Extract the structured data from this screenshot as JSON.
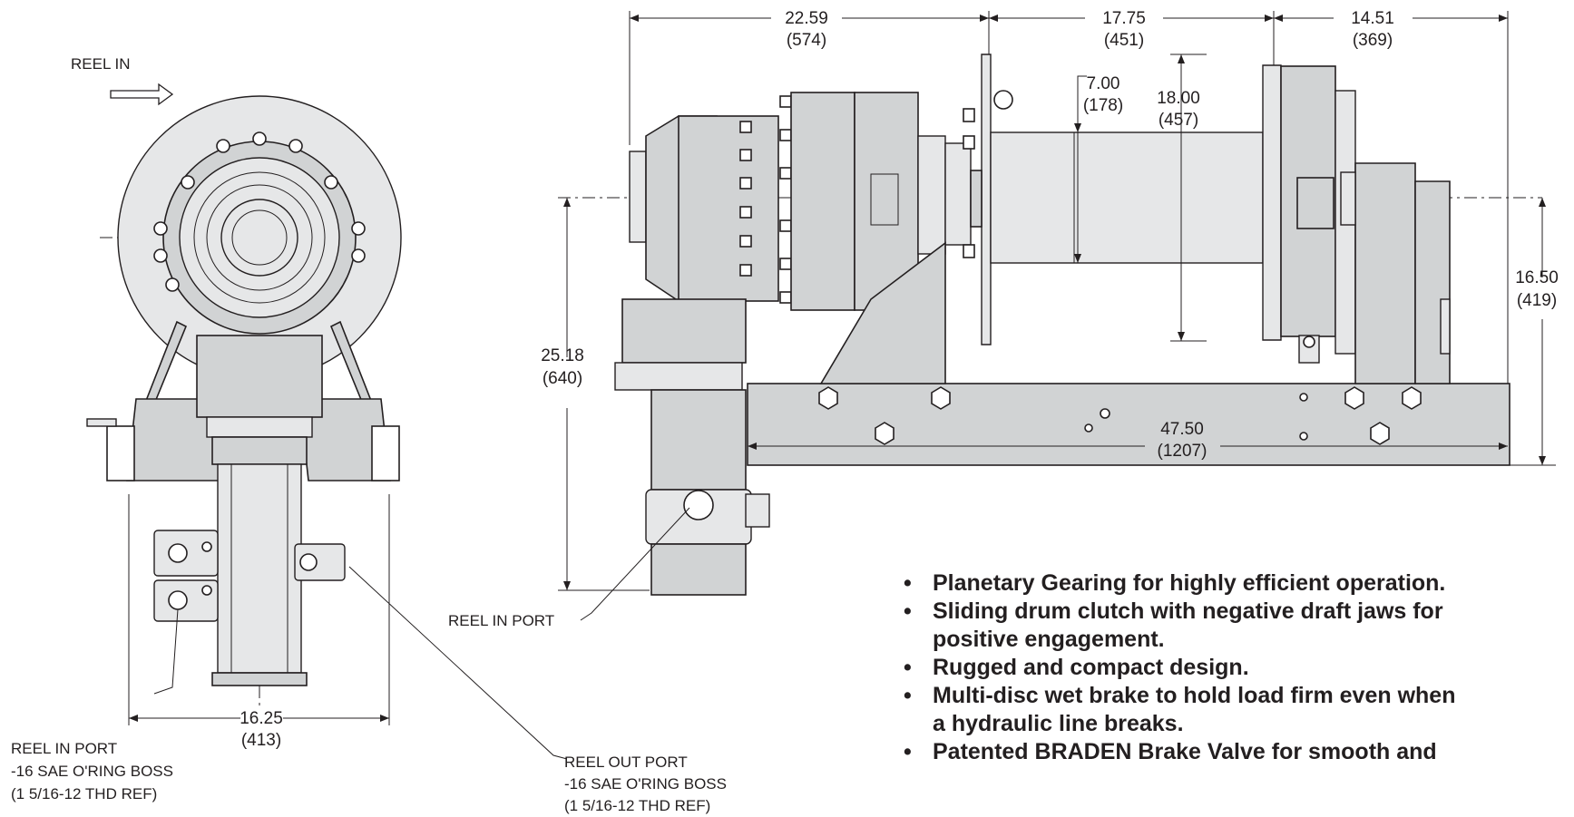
{
  "labels": {
    "reel_in_arrow": "REEL IN",
    "reel_in_port_side": "REEL IN PORT",
    "reel_in_port_left": [
      "REEL IN PORT",
      "-16 SAE O'RING BOSS",
      "(1 5/16-12 THD REF)"
    ],
    "reel_out_port": [
      "REEL OUT PORT",
      "-16 SAE O'RING BOSS",
      "(1 5/16-12 THD REF)"
    ]
  },
  "dimensions": [
    {
      "id": "overall-left",
      "inch": "22.59",
      "mm": "(574)"
    },
    {
      "id": "drum-span",
      "inch": "17.75",
      "mm": "(451)"
    },
    {
      "id": "right-span",
      "inch": "14.51",
      "mm": "(369)"
    },
    {
      "id": "drum-dia",
      "inch": "7.00",
      "mm": "(178)"
    },
    {
      "id": "flange-dia",
      "inch": "18.00",
      "mm": "(457)"
    },
    {
      "id": "centerline-height",
      "inch": "25.18",
      "mm": "(640)"
    },
    {
      "id": "base-height",
      "inch": "16.50",
      "mm": "(419)"
    },
    {
      "id": "base-length",
      "inch": "47.50",
      "mm": "(1207)"
    },
    {
      "id": "end-width",
      "inch": "16.25",
      "mm": "(413)"
    }
  ],
  "features": [
    {
      "bullet": "•",
      "text": "Planetary Gearing for highly efficient operation."
    },
    {
      "bullet": "•",
      "text": "Sliding drum clutch with negative draft jaws for"
    },
    {
      "bullet": "",
      "text": "positive engagement."
    },
    {
      "bullet": "•",
      "text": "Rugged and compact design."
    },
    {
      "bullet": "•",
      "text": "Multi-disc wet brake to hold load firm even when"
    },
    {
      "bullet": "",
      "text": "a hydraulic line breaks."
    },
    {
      "bullet": "•",
      "text": "Patented BRADEN Brake Valve for smooth and"
    }
  ],
  "colors": {
    "ink": "#231f20",
    "fill": "#d1d3d4",
    "fill_light": "#e6e7e8",
    "background": "#ffffff"
  }
}
